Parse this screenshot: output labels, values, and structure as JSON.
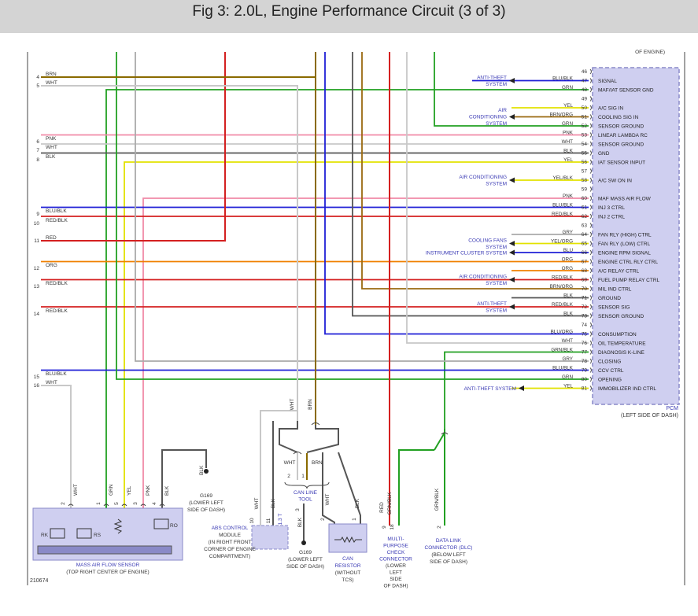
{
  "title": "Fig 3: 2.0L, Engine Performance Circuit (3 of 3)",
  "figure_id": "210674",
  "pcm": {
    "name": "PCM",
    "location": "(LEFT SIDE OF DASH)",
    "top_note": "OF ENGINE)",
    "pins": [
      {
        "pin": "46",
        "label": "",
        "color": "",
        "hex": ""
      },
      {
        "pin": "47",
        "label": "SIGNAL",
        "color": "BLU/BLK",
        "hex": "#1f1fd6"
      },
      {
        "pin": "48",
        "label": "MAF/IAT SENSOR GND",
        "color": "GRN",
        "hex": "#22a022"
      },
      {
        "pin": "49",
        "label": "",
        "color": "",
        "hex": ""
      },
      {
        "pin": "50",
        "label": "A/C SIG IN",
        "color": "YEL",
        "hex": "#e2e200"
      },
      {
        "pin": "51",
        "label": "COOLING SIG IN",
        "color": "BRN/ORG",
        "hex": "#9a6a10"
      },
      {
        "pin": "52",
        "label": "SENSOR GROUND",
        "color": "GRN",
        "hex": "#22a022"
      },
      {
        "pin": "53",
        "label": "LINEAR LAMBDA RC",
        "color": "PNK",
        "hex": "#f08aa8"
      },
      {
        "pin": "54",
        "label": "SENSOR GROUND",
        "color": "WHT",
        "hex": "#c8c8c8"
      },
      {
        "pin": "55",
        "label": "GND",
        "color": "BLK",
        "hex": "#555555"
      },
      {
        "pin": "56",
        "label": "IAT SENSOR INPUT",
        "color": "YEL",
        "hex": "#e2e200"
      },
      {
        "pin": "57",
        "label": "",
        "color": "",
        "hex": ""
      },
      {
        "pin": "58",
        "label": "A/C SW ON IN",
        "color": "YEL/BLK",
        "hex": "#e2e200"
      },
      {
        "pin": "59",
        "label": "",
        "color": "",
        "hex": ""
      },
      {
        "pin": "60",
        "label": "MAF MASS AIR FLOW",
        "color": "PNK",
        "hex": "#f08aa8"
      },
      {
        "pin": "61",
        "label": "INJ 3 CTRL",
        "color": "BLU/BLK",
        "hex": "#1f1fd6"
      },
      {
        "pin": "62",
        "label": "INJ 2 CTRL",
        "color": "RED/BLK",
        "hex": "#d42020"
      },
      {
        "pin": "63",
        "label": "",
        "color": "",
        "hex": ""
      },
      {
        "pin": "64",
        "label": "FAN RLY (HIGH) CTRL",
        "color": "GRY",
        "hex": "#aaaaaa"
      },
      {
        "pin": "65",
        "label": "FAN RLY (LOW) CTRL",
        "color": "YEL/ORG",
        "hex": "#e2e200"
      },
      {
        "pin": "66",
        "label": "ENGINE RPM SIGNAL",
        "color": "BLU",
        "hex": "#1f1fd6"
      },
      {
        "pin": "67",
        "label": "ENGINE CTRL RLY CTRL",
        "color": "ORG",
        "hex": "#f08000"
      },
      {
        "pin": "68",
        "label": "A/C RELAY CTRL",
        "color": "ORG",
        "hex": "#f08000"
      },
      {
        "pin": "69",
        "label": "FUEL PUMP RELAY CTRL",
        "color": "RED/BLK",
        "hex": "#d42020"
      },
      {
        "pin": "70",
        "label": "MIL IND CTRL",
        "color": "BRN/ORG",
        "hex": "#9a6a10"
      },
      {
        "pin": "71",
        "label": "GROUND",
        "color": "BLK",
        "hex": "#555555"
      },
      {
        "pin": "72",
        "label": "SENSOR SIG",
        "color": "RED/BLK",
        "hex": "#d42020"
      },
      {
        "pin": "73",
        "label": "SENSOR GROUND",
        "color": "BLK",
        "hex": "#555555"
      },
      {
        "pin": "74",
        "label": "",
        "color": "",
        "hex": ""
      },
      {
        "pin": "75",
        "label": "CONSUMPTION",
        "color": "BLU/ORG",
        "hex": "#1f1fd6"
      },
      {
        "pin": "76",
        "label": "OIL TEMPERATURE",
        "color": "WHT",
        "hex": "#c8c8c8"
      },
      {
        "pin": "77",
        "label": "DIAGNOSIS K-LINE",
        "color": "GRN/BLK",
        "hex": "#22a022"
      },
      {
        "pin": "78",
        "label": "CLOSING",
        "color": "GRY",
        "hex": "#aaaaaa"
      },
      {
        "pin": "79",
        "label": "CCV CTRL",
        "color": "BLU/BLK",
        "hex": "#1f1fd6"
      },
      {
        "pin": "80",
        "label": "OPENING",
        "color": "GRN",
        "hex": "#22a022"
      },
      {
        "pin": "81",
        "label": "IMMOBILIZER IND CTRL",
        "color": "YEL",
        "hex": "#e2e200"
      }
    ]
  },
  "systems": [
    {
      "id": "anti-theft-1",
      "lines": [
        "ANTI-THEFT",
        "SYSTEM"
      ],
      "pin": "47"
    },
    {
      "id": "air-conditioning-1",
      "lines": [
        "AIR",
        "CONDITIONING",
        "SYSTEM"
      ],
      "pin": "51"
    },
    {
      "id": "air-conditioning-2",
      "lines": [
        "AIR CONDITIONING",
        "SYSTEM"
      ],
      "pin": "58"
    },
    {
      "id": "cooling-fans",
      "lines": [
        "COOLING FANS",
        "SYSTEM"
      ],
      "pin": "65"
    },
    {
      "id": "instrument-cluster",
      "lines": [
        "INSTRUMENT CLUSTER SYSTEM"
      ],
      "pin": "66"
    },
    {
      "id": "air-conditioning-3",
      "lines": [
        "AIR CONDITIONING",
        "SYSTEM"
      ],
      "pin": "69"
    },
    {
      "id": "anti-theft-2",
      "lines": [
        "ANTI-THEFT",
        "SYSTEM"
      ],
      "pin": "72"
    },
    {
      "id": "anti-theft-3",
      "lines": [
        "ANTI-THEFT SYSTEM"
      ],
      "pin": "81"
    }
  ],
  "left_wires": [
    {
      "ref": "4",
      "color": "BRN"
    },
    {
      "ref": "5",
      "color": "WHT"
    },
    {
      "ref": "6",
      "color": "PNK"
    },
    {
      "ref": "7",
      "color": "WHT"
    },
    {
      "ref": "8",
      "color": "BLK"
    },
    {
      "ref": "9",
      "color": "BLU/BLK"
    },
    {
      "ref": "10",
      "color": "RED/BLK"
    },
    {
      "ref": "11",
      "color": "RED"
    },
    {
      "ref": "12",
      "color": "ORG"
    },
    {
      "ref": "13",
      "color": "RED/BLK"
    },
    {
      "ref": "14",
      "color": "RED/BLK"
    },
    {
      "ref": "15",
      "color": "BLU/BLK"
    },
    {
      "ref": "16",
      "color": "WHT"
    }
  ],
  "components": {
    "maf": {
      "name": "MASS AIR FLOW SENSOR",
      "location": "(TOP RIGHT CENTER OF ENGINE)",
      "pins": [
        {
          "pin": "2",
          "color": "WHT"
        },
        {
          "pin": "1",
          "color": "GRN"
        },
        {
          "pin": "5",
          "color": "YEL"
        },
        {
          "pin": "3",
          "color": "PNK"
        },
        {
          "pin": "4",
          "color": "BLK"
        }
      ],
      "elements": [
        "RK",
        "RS",
        "RO"
      ]
    },
    "g169_top": {
      "wire": "BLK",
      "name": "G169",
      "lines": [
        "(LOWER LEFT",
        "SIDE OF DASH)"
      ]
    },
    "abs": {
      "lines": [
        "ABS CONTROL",
        "MODULE",
        "(IN RIGHT FRONT",
        "CORNER OF ENGINE",
        "COMPARTMENT)"
      ],
      "pins": [
        {
          "pin": "10",
          "color": "WHT"
        },
        {
          "pin": "11",
          "color": "BLK"
        }
      ],
      "tag": "1.3 T"
    },
    "can_line_tool": {
      "name": [
        "CAN LINE",
        "TOOL"
      ],
      "pins": [
        {
          "pin": "2",
          "color": "WHT"
        },
        {
          "pin": "1",
          "color": "BRN"
        }
      ],
      "upper_wires": [
        "WHT",
        "BRN"
      ]
    },
    "g169_bottom": {
      "pin": "3",
      "wire": "BLK",
      "name": "G169",
      "lines": [
        "(LOWER LEFT",
        "SIDE OF DASH)"
      ]
    },
    "can_resistor": {
      "lines": [
        "CAN",
        "RESISTOR",
        "(WITHOUT",
        "TCS)"
      ],
      "pins": [
        {
          "pin": "2",
          "color": "WHT"
        },
        {
          "pin": "1",
          "color": "BLK"
        }
      ]
    },
    "mpc": {
      "lines": [
        "MULTI-",
        "PURPOSE",
        "CHECK",
        "CONNECTOR",
        "(LOWER",
        "LEFT",
        "SIDE",
        "OF DASH)"
      ],
      "pins": [
        {
          "pin": "9",
          "color": "RED"
        },
        {
          "pin": "18",
          "color": "GRN/BLK"
        }
      ]
    },
    "dlc": {
      "lines": [
        "DATA LINK",
        "CONNECTOR (DLC)",
        "(BELOW LEFT",
        "SIDE OF DASH)"
      ],
      "pin": "2",
      "color": "GRN/BLK"
    }
  },
  "colors": {
    "bg": "#ffffff",
    "title_bar": "#d4d4d4",
    "pcm_fill": "#cfcff0",
    "pcm_border": "#8a8ac8",
    "component_fill": "#cfcff0",
    "label_blue": "#3a3ab4",
    "line_dark": "#333333"
  }
}
